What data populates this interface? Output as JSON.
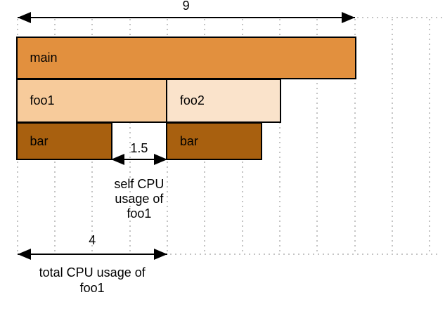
{
  "colors": {
    "background": "#ffffff",
    "main_frame": "#e2903e",
    "foo1_frame": "#f7cb9b",
    "foo2_frame": "#fae3cb",
    "bar_frame": "#a8600f",
    "frame_border": "#000000",
    "grid": "#c4c4c4",
    "arrow": "#000000",
    "text": "#000000"
  },
  "grid": {
    "unit_count": 9,
    "line_count": 12
  },
  "frames": [
    {
      "id": "main",
      "label": "main",
      "row": 0,
      "start": 0,
      "width": 9,
      "color": "main_frame"
    },
    {
      "id": "foo1",
      "label": "foo1",
      "row": 1,
      "start": 0,
      "width": 4,
      "color": "foo1_frame"
    },
    {
      "id": "foo2",
      "label": "foo2",
      "row": 1,
      "start": 4,
      "width": 3,
      "color": "foo2_frame"
    },
    {
      "id": "bar-left",
      "label": "bar",
      "row": 2,
      "start": 0,
      "width": 2.5,
      "color": "bar_frame"
    },
    {
      "id": "bar-right",
      "label": "bar",
      "row": 2,
      "start": 4,
      "width": 2.5,
      "color": "bar_frame"
    }
  ],
  "annotations": {
    "total_width": {
      "value": "9",
      "from": 0,
      "to": 9
    },
    "self_cpu": {
      "value": "1.5",
      "from": 2.5,
      "to": 4,
      "lines": [
        "self CPU",
        "usage of",
        "foo1"
      ]
    },
    "total_cpu": {
      "value": "4",
      "from": 0,
      "to": 4,
      "lines": [
        "total CPU usage of",
        "foo1"
      ]
    }
  }
}
